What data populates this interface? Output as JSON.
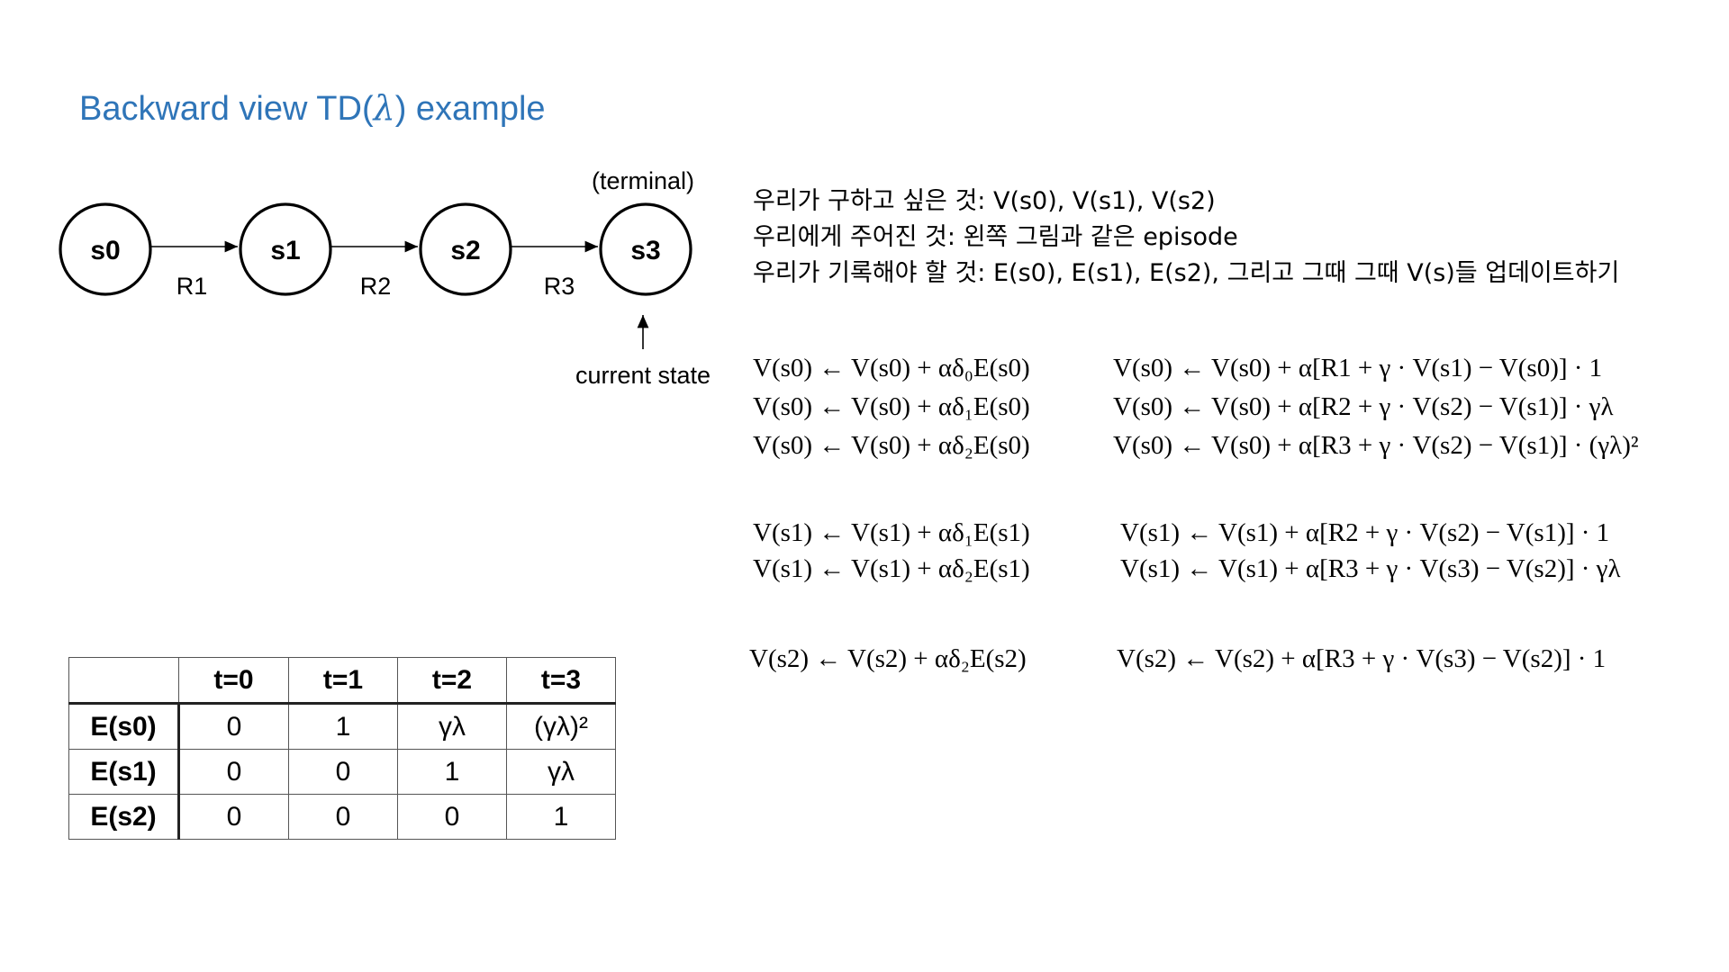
{
  "title": {
    "prefix": "Backward view TD(",
    "lambda": "λ",
    "suffix": ") example"
  },
  "diagram": {
    "states": [
      "s0",
      "s1",
      "s2",
      "s3"
    ],
    "rewards": [
      "R1",
      "R2",
      "R3"
    ],
    "terminal_label": "(terminal)",
    "current_label": "current state"
  },
  "info": {
    "line1": "우리가 구하고 싶은 것: V(s0), V(s1), V(s2)",
    "line2": "우리에게 주어진 것: 왼쪽 그림과 같은 episode",
    "line3": "우리가 기록해야 할 것: E(s0), E(s1), E(s2), 그리고 그때 그때 V(s)들 업데이트하기"
  },
  "equations": {
    "s0_short": [
      "V(s0) ← V(s0) + αδ₀E(s0)",
      "V(s0) ← V(s0) + αδ₁E(s0)",
      "V(s0) ← V(s0) + αδ₂E(s0)"
    ],
    "s0_long": [
      "V(s0) ← V(s0) + α[R1 + γ · V(s1) − V(s0)] · 1",
      "V(s0) ← V(s0) + α[R2 + γ · V(s2) − V(s1)] · γλ",
      "V(s0) ← V(s0) + α[R3 + γ · V(s2) − V(s1)] · (γλ)²"
    ],
    "s1_short": [
      "V(s1) ← V(s1) + αδ₁E(s1)",
      "V(s1) ← V(s1) + αδ₂E(s1)"
    ],
    "s1_long": [
      "V(s1) ← V(s1) + α[R2 + γ · V(s2) − V(s1)] · 1",
      "V(s1) ← V(s1) + α[R3 + γ · V(s3) − V(s2)] · γλ"
    ],
    "s2_short": [
      "V(s2) ← V(s2) + αδ₂E(s2)"
    ],
    "s2_long": [
      "V(s2) ← V(s2) + α[R3 + γ · V(s3) − V(s2)] · 1"
    ]
  },
  "table": {
    "headers": [
      "",
      "t=0",
      "t=1",
      "t=2",
      "t=3"
    ],
    "rows": [
      {
        "label": "E(s0)",
        "cells": [
          "0",
          "1",
          "γλ",
          "(γλ)²"
        ]
      },
      {
        "label": "E(s1)",
        "cells": [
          "0",
          "0",
          "1",
          "γλ"
        ]
      },
      {
        "label": "E(s2)",
        "cells": [
          "0",
          "0",
          "0",
          "1"
        ]
      }
    ]
  },
  "colors": {
    "title": "#2f75b8",
    "text": "#000000"
  }
}
